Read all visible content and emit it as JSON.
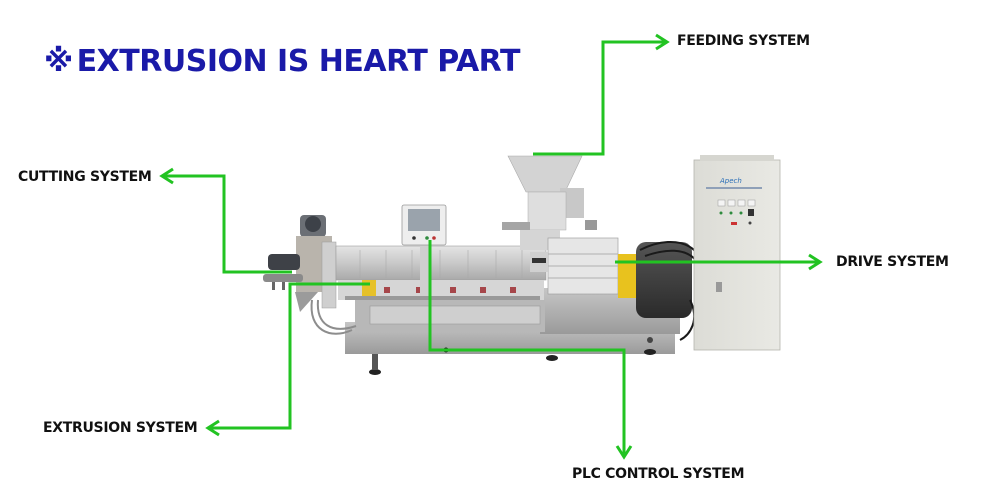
{
  "title": {
    "mark": "※",
    "text": "EXTRUSION IS HEART PART",
    "color": "#1a1aa8"
  },
  "labels": {
    "feeding": "FEEDING SYSTEM",
    "cutting": "CUTTING SYSTEM",
    "drive": "DRIVE SYSTEM",
    "extrusion": "EXTRUSION SYSTEM",
    "plc": "PLC CONTROL SYSTEM"
  },
  "arrow_color": "#22c322",
  "cabinet_brand": "Apech"
}
